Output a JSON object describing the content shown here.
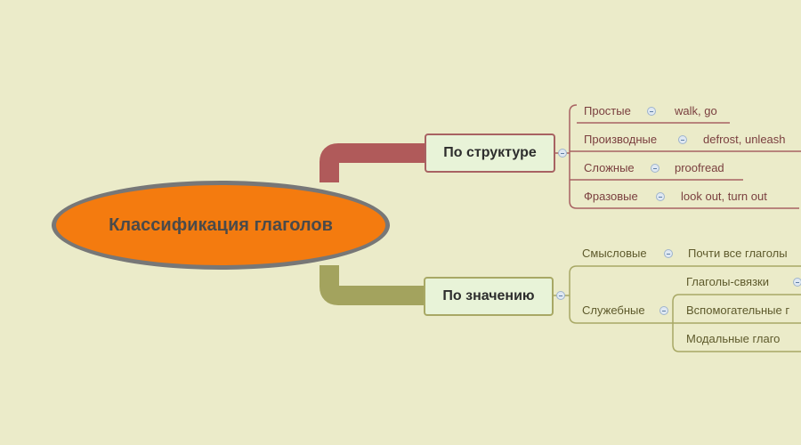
{
  "root": {
    "label": "Классификация глаголов"
  },
  "branches": [
    {
      "label": "По структуре",
      "color": "#a86262",
      "children": [
        {
          "label": "Простые",
          "value": "walk, go"
        },
        {
          "label": "Производные",
          "value": "defrost, unleash"
        },
        {
          "label": "Сложные",
          "value": "proofread"
        },
        {
          "label": "Фразовые",
          "value": "look out, turn out"
        }
      ]
    },
    {
      "label": "По значению",
      "color": "#a8a865",
      "children": [
        {
          "label": "Смысловые",
          "value": "Почти все глаголы"
        },
        {
          "label": "Служебные",
          "children": [
            {
              "label": "Глаголы-связки"
            },
            {
              "label": "Вспомогательные г"
            },
            {
              "label": "Модальные глаго"
            }
          ]
        }
      ]
    }
  ],
  "icons": {
    "collapse": "collapse-minus-icon"
  }
}
